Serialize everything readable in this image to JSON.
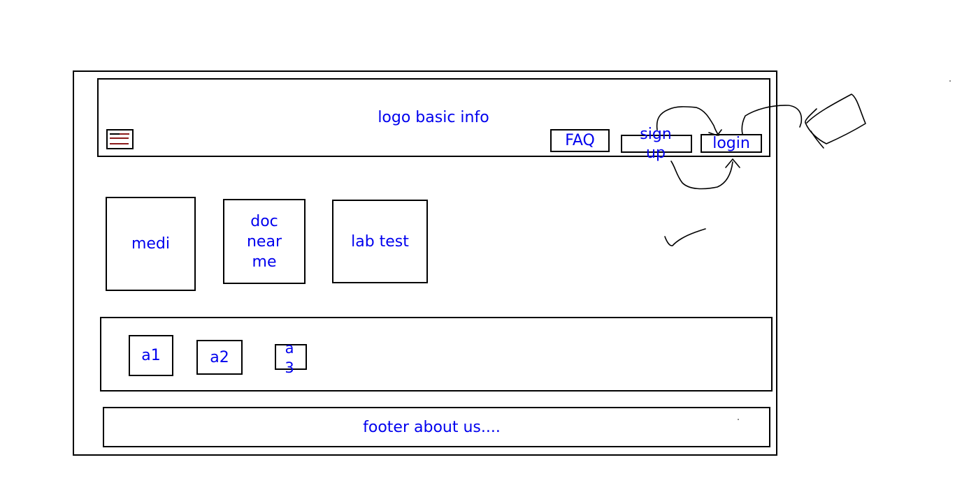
{
  "header": {
    "title": "logo basic info",
    "menu_icon": "hamburger-menu-icon",
    "faq_label": "FAQ",
    "signup_label": "sign up",
    "login_label": "login"
  },
  "services": {
    "medi_label": "medi",
    "doc_label": "doc near me",
    "lab_label": "lab test"
  },
  "section": {
    "a1_label": "a1",
    "a2_label": "a2",
    "a3_label": "a 3"
  },
  "footer": {
    "text": "footer about us...."
  },
  "colors": {
    "text": "#0000ee",
    "stroke": "#000000",
    "menu_accent": "#8b1a1a"
  }
}
